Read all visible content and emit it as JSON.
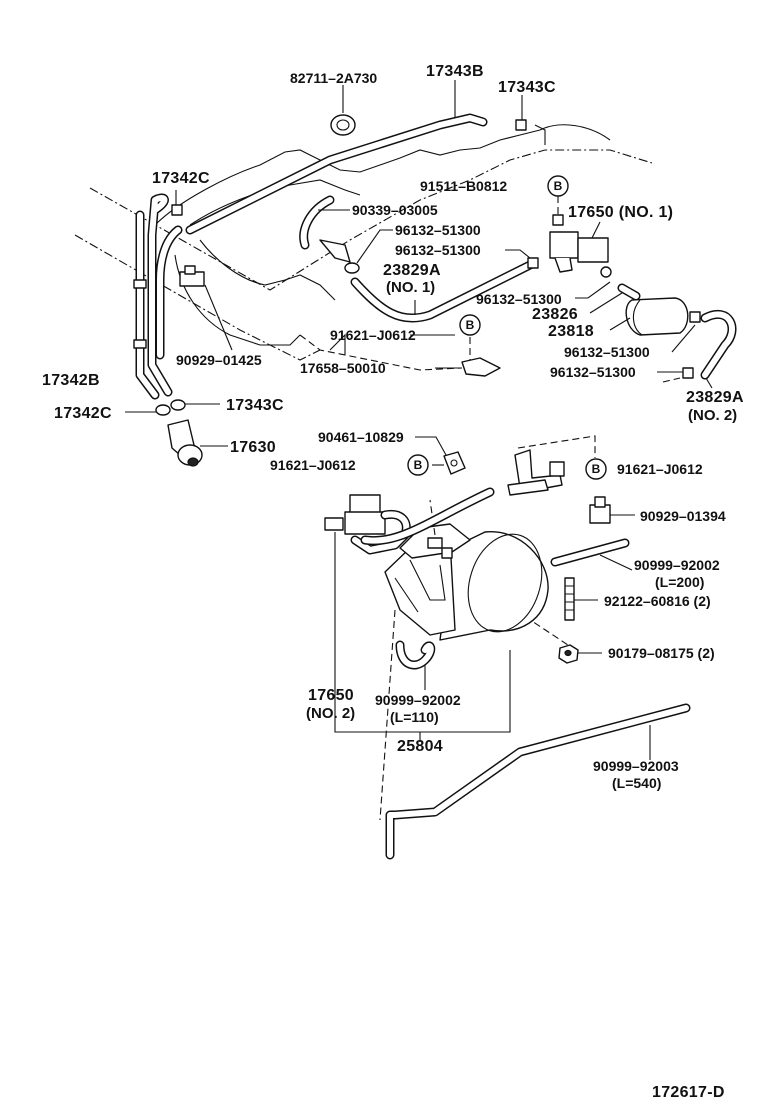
{
  "diagram_id": "172617-D",
  "labels": {
    "p82711": "82711–2A730",
    "p17343b": "17343B",
    "p17343c_top": "17343C",
    "p17342c_top": "17342C",
    "p91511": "91511–B0812",
    "p17650_no1": "17650 (NO. 1)",
    "p90339": "90339–03005",
    "p96132_a": "96132–51300",
    "p96132_b": "96132–51300",
    "p23829a_no1_l1": "23829A",
    "p23829a_no1_l2": "(NO. 1)",
    "p96132_c": "96132–51300",
    "p23826": "23826",
    "p23818": "23818",
    "p91621_upper": "91621–J0612",
    "p96132_d": "96132–51300",
    "p17658": "17658–50010",
    "p96132_e": "96132–51300",
    "p90929_01425": "90929–01425",
    "p23829a_no2_l1": "23829A",
    "p23829a_no2_l2": "(NO. 2)",
    "p17342b": "17342B",
    "p17342c_left": "17342C",
    "p17343c_left": "17343C",
    "p17630": "17630",
    "p90461": "90461–10829",
    "p91621_left": "91621–J0612",
    "p91621_right": "91621–J0612",
    "p90929_01394": "90929–01394",
    "p90999_92002_right_l1": "90999–92002",
    "p90999_92002_right_l2": "(L=200)",
    "p92122": "92122–60816 (2)",
    "p90179": "90179–08175 (2)",
    "p17650_no2_l1": "17650",
    "p17650_no2_l2": "(NO. 2)",
    "p90999_92002_center_l1": "90999–92002",
    "p90999_92002_center_l2": "(L=110)",
    "p25804": "25804",
    "p90999_92003_l1": "90999–92003",
    "p90999_92003_l2": "(L=540)"
  },
  "markers": {
    "b_letter": "B"
  }
}
